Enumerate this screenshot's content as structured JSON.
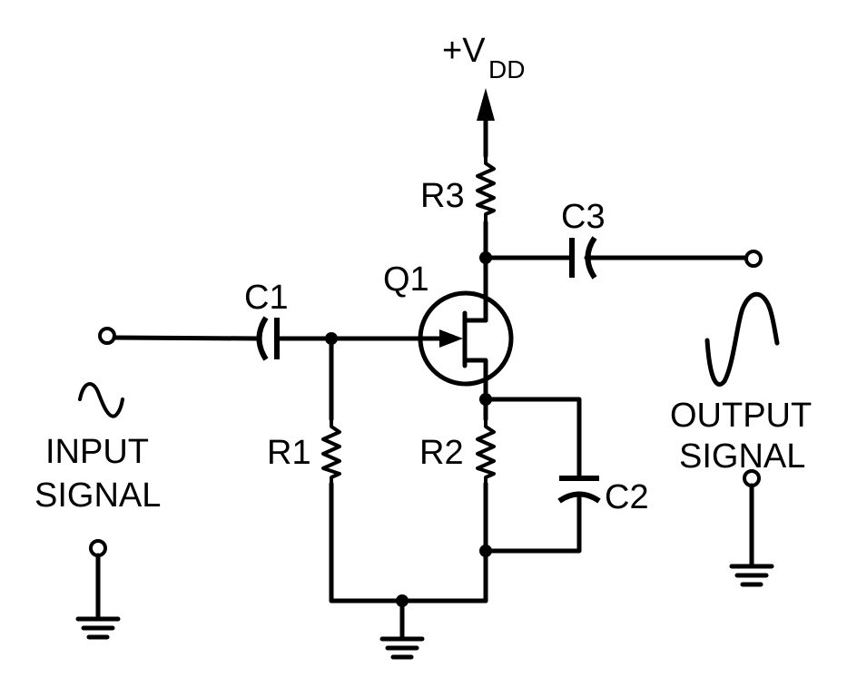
{
  "labels": {
    "supply": "+V",
    "supply_sub": "DD",
    "r1": "R1",
    "r2": "R2",
    "r3": "R3",
    "c1": "C1",
    "c2": "C2",
    "c3": "C3",
    "q1": "Q1",
    "input_line1": "INPUT",
    "input_line2": "SIGNAL",
    "output_line1": "OUTPUT",
    "output_line2": "SIGNAL"
  }
}
